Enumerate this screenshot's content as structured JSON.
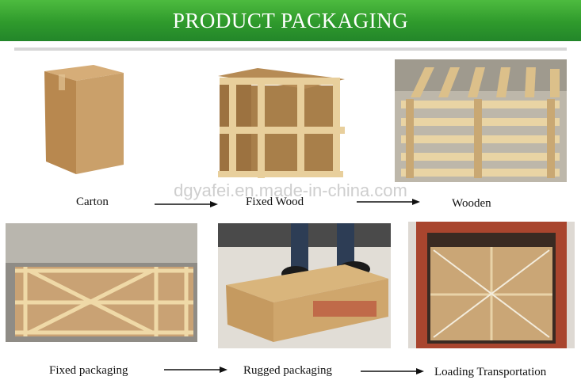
{
  "header": {
    "title": "PRODUCT PACKAGING",
    "accent_color": "#2f9a2c"
  },
  "watermark": "dgyafei.en.made-in-china.com",
  "items": [
    {
      "label": "Carton"
    },
    {
      "label": "Fixed Wood"
    },
    {
      "label": "Wooden"
    },
    {
      "label": "Fixed packaging"
    },
    {
      "label": "Rugged packaging"
    },
    {
      "label": "Loading Transportation"
    }
  ]
}
